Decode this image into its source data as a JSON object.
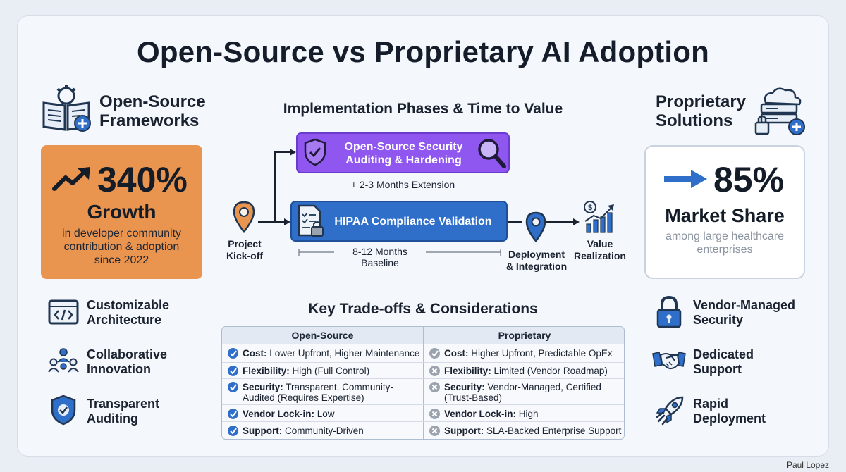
{
  "title": "Open-Source vs Proprietary AI Adoption",
  "left": {
    "heading_line1": "Open-Source",
    "heading_line2": "Frameworks",
    "stat_value": "340%",
    "stat_label": "Growth",
    "stat_desc_1": "in developer community",
    "stat_desc_2": "contribution & adoption",
    "stat_desc_3": "since 2022",
    "features": [
      {
        "line1": "Customizable",
        "line2": "Architecture",
        "icon": "code-window-icon"
      },
      {
        "line1": "Collaborative",
        "line2": "Innovation",
        "icon": "people-network-icon"
      },
      {
        "line1": "Transparent",
        "line2": "Auditing",
        "icon": "shield-check-icon"
      }
    ]
  },
  "right": {
    "heading_line1": "Proprietary",
    "heading_line2": "Solutions",
    "stat_value": "85%",
    "stat_label": "Market Share",
    "stat_desc_1": "among large healthcare",
    "stat_desc_2": "enterprises",
    "features": [
      {
        "line1": "Vendor-Managed",
        "line2": "Security",
        "icon": "padlock-icon"
      },
      {
        "line1": "Dedicated",
        "line2": "Support",
        "icon": "handshake-icon"
      },
      {
        "line1": "Rapid",
        "line2": "Deployment",
        "icon": "rocket-icon"
      }
    ]
  },
  "phases": {
    "title": "Implementation Phases & Time to Value",
    "kickoff_1": "Project",
    "kickoff_2": "Kick-off",
    "security_1": "Open-Source Security",
    "security_2": "Auditing & Hardening",
    "extension": "+ 2-3 Months Extension",
    "hipaa": "HIPAA Compliance Validation",
    "baseline": "8-12 Months Baseline",
    "deploy_1": "Deployment",
    "deploy_2": "& Integration",
    "value_1": "Value",
    "value_2": "Realization"
  },
  "tradeoffs": {
    "title": "Key Trade-offs & Considerations",
    "col_open": "Open-Source",
    "col_prop": "Proprietary",
    "rows": [
      {
        "open_key": "Cost:",
        "open_val": "Lower Upfront, Higher Maintenance",
        "prop_key": "Cost:",
        "prop_val": "Higher Upfront, Predictable OpEx"
      },
      {
        "open_key": "Flexibility:",
        "open_val": "High (Full Control)",
        "prop_key": "Flexibility:",
        "prop_val": "Limited (Vendor Roadmap)"
      },
      {
        "open_key": "Security:",
        "open_val": "Transparent, Community-",
        "open_val2": "Audited (Requires Expertise)",
        "prop_key": "Security:",
        "prop_val": "Vendor-Managed, Certified",
        "prop_val2": "(Trust-Based)"
      },
      {
        "open_key": "Vendor Lock-in:",
        "open_val": "Low",
        "prop_key": "Vendor Lock-in:",
        "prop_val": "High"
      },
      {
        "open_key": "Support:",
        "open_val": "Community-Driven",
        "prop_key": "Support:",
        "prop_val": "SLA-Backed Enterprise Support"
      }
    ]
  },
  "author": "Paul Lopez",
  "colors": {
    "orange": "#e9944f",
    "purple": "#8f57ef",
    "blue": "#2f6fc9"
  }
}
